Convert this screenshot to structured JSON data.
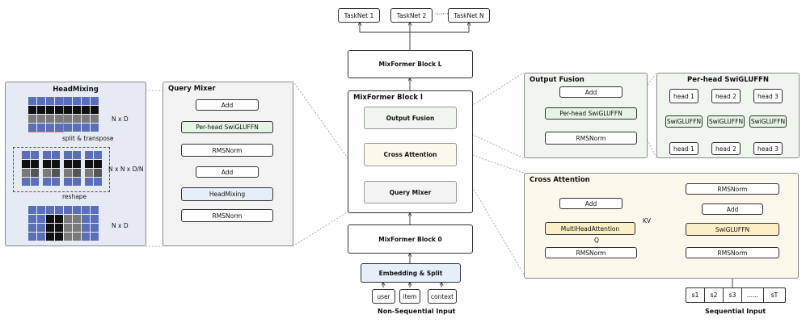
{
  "colors": {
    "stroke": "#333333",
    "panel_bg_gray": "#f3f3f3",
    "panel_bg_green": "#eef6ee",
    "panel_bg_yellow": "#fdf8ec",
    "headmixing_bg": "#e6ebf3",
    "block_blue": "#e6eef9",
    "block_green": "#e6f4e6",
    "block_yellow": "#fbefc8",
    "cell_blue": "#5a6fb8",
    "cell_black": "#101010",
    "cell_gray": "#7a7a7a",
    "cell_dark": "#555555",
    "pink": "#e07a85"
  },
  "tasknets": {
    "t1": "TaskNet 1",
    "t2": "TaskNet 2",
    "dots": "·······",
    "tn": "TaskNet N"
  },
  "main": {
    "block_L": "MixFormer Block L",
    "block_l_title": "MixFormer Block l",
    "output_fusion": "Output Fusion",
    "cross_attention": "Cross Attention",
    "query_mixer": "Query Mixer",
    "block_0": "MixFormer Block 0",
    "embedding_split": "Embedding & Split",
    "inputs": [
      "user",
      "item",
      "context"
    ],
    "caption": "Non-Sequential Input"
  },
  "headmixing": {
    "title": "HeadMixing",
    "label_nd_top": "N x D",
    "split_label": "split & transpose",
    "label_nnd": "N x N x D/N",
    "reshape_label": "reshape",
    "label_nd_bottom": "N x D"
  },
  "query_mixer": {
    "title": "Query Mixer",
    "add_top": "Add",
    "ffn": "Per-head SwiGLUFFN",
    "norm_top": "RMSNorm",
    "add_bottom": "Add",
    "headmixing": "HeadMixing",
    "norm_bottom": "RMSNorm"
  },
  "output_fusion": {
    "title": "Output Fusion",
    "add": "Add",
    "ffn": "Per-head SwiGLUFFN",
    "norm": "RMSNorm"
  },
  "perhead": {
    "title": "Per-head SwiGLUFFN",
    "heads_top": [
      "head 1",
      "head 2",
      "head 3"
    ],
    "ffns": [
      "SwiGLUFFN",
      "SwiGLUFFN",
      "SwiGLUFFN"
    ],
    "heads_bottom": [
      "head 1",
      "head 2",
      "head 3"
    ]
  },
  "cross_attention": {
    "title": "Cross Attention",
    "add_left": "Add",
    "mha": "MultiHeadAttention",
    "q_label": "Q",
    "kv_label": "KV",
    "norm_left": "RMSNorm",
    "norm_top_right": "RMSNorm",
    "add_right": "Add",
    "swiglu": "SwiGLUFFN",
    "norm_right": "RMSNorm",
    "seq_tokens": [
      "s1",
      "s2",
      "s3",
      "......",
      "sT"
    ],
    "caption": "Sequential Input"
  }
}
